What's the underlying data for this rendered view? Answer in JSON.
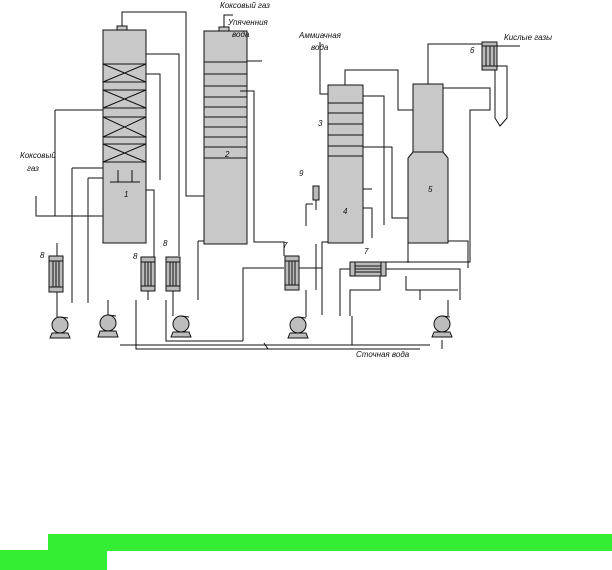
{
  "labels": {
    "coke_gas_out": "Коксовый газ",
    "boosted_water": "Упяченния",
    "boosted_water2": "вода",
    "ammonia_water": "Аммиачная",
    "ammonia_water2": "вода",
    "acid_gases": "Кислые газы",
    "coke_gas_in": "Коксовый",
    "coke_gas_in2": "газ",
    "waste_water": "Сточная вода"
  },
  "numbers": {
    "n1": "1",
    "n2": "2",
    "n3": "3",
    "n4": "4",
    "n5": "5",
    "n6": "6",
    "n7a": "7",
    "n7b": "7",
    "n8a": "8",
    "n8b": "8",
    "n8c": "8",
    "n9": "9"
  },
  "colors": {
    "column_fill": "#c8c8c8",
    "highlight": "#33ee33"
  }
}
